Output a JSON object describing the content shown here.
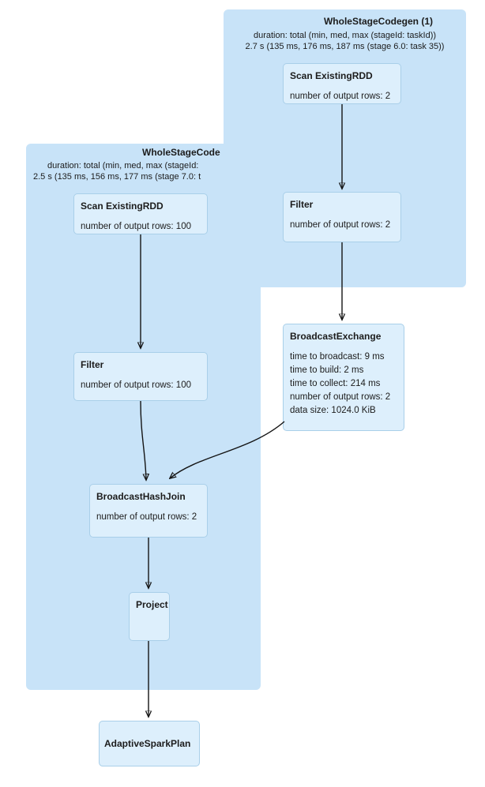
{
  "diagram": {
    "kind": "spark-sql-query-plan-dag",
    "clusters": [
      {
        "id": "wholestagecodegen-1",
        "title": "WholeStageCodegen (1)",
        "duration_label": "duration: total (min, med, max (stageId: taskId))",
        "duration_value": "2.7 s (135 ms, 176 ms, 187 ms (stage 6.0: task 35))"
      },
      {
        "id": "wholestagecodegen-2",
        "title": "WholeStageCode",
        "duration_label": "duration: total (min, med, max (stageId:",
        "duration_value": "2.5 s (135 ms, 156 ms, 177 ms (stage 7.0: t"
      }
    ],
    "nodes": {
      "scan_existingrdd_1": {
        "title": "Scan ExistingRDD",
        "metrics": [
          "number of output rows: 2"
        ]
      },
      "filter_1": {
        "title": "Filter",
        "metrics": [
          "number of output rows: 2"
        ]
      },
      "broadcast_exchange": {
        "title": "BroadcastExchange",
        "metrics": [
          "time to broadcast: 9 ms",
          "time to build: 2 ms",
          "time to collect: 214 ms",
          "number of output rows: 2",
          "data size: 1024.0 KiB"
        ]
      },
      "scan_existingrdd_2": {
        "title": "Scan ExistingRDD",
        "metrics": [
          "number of output rows: 100"
        ]
      },
      "filter_2": {
        "title": "Filter",
        "metrics": [
          "number of output rows: 100"
        ]
      },
      "broadcast_hash_join": {
        "title": "BroadcastHashJoin",
        "metrics": [
          "number of output rows: 2"
        ]
      },
      "project": {
        "title": "Project",
        "metrics": []
      },
      "adaptive_spark_plan": {
        "title": "AdaptiveSparkPlan",
        "metrics": []
      }
    },
    "edges": [
      {
        "from": "scan_existingrdd_1",
        "to": "filter_1"
      },
      {
        "from": "filter_1",
        "to": "broadcast_exchange"
      },
      {
        "from": "broadcast_exchange",
        "to": "broadcast_hash_join"
      },
      {
        "from": "scan_existingrdd_2",
        "to": "filter_2"
      },
      {
        "from": "filter_2",
        "to": "broadcast_hash_join"
      },
      {
        "from": "broadcast_hash_join",
        "to": "project"
      },
      {
        "from": "project",
        "to": "adaptive_spark_plan"
      }
    ],
    "colors": {
      "cluster_bg": "#c8e3f8",
      "node_bg": "#ddeffc",
      "node_border": "#a9cfe9",
      "arrow": "#141414"
    }
  }
}
